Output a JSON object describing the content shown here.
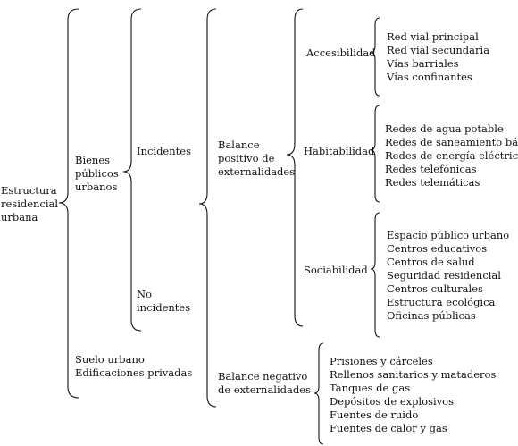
{
  "root": {
    "lines": [
      "Estructura",
      "residencial",
      "urbana"
    ]
  },
  "level1": {
    "bienes": [
      "Bienes",
      "públicos",
      "urbanos"
    ],
    "suelo": [
      "Suelo urbano",
      "Edificaciones privadas"
    ]
  },
  "level2": {
    "incidentes": [
      "Incidentes"
    ],
    "no_incidentes": [
      "No",
      "incidentes"
    ]
  },
  "level3": {
    "positivo": [
      "Balance",
      "positivo de",
      "externalidades"
    ],
    "negativo": [
      "Balance negativo",
      "de externalidades"
    ]
  },
  "level4": {
    "accesibilidad": {
      "label": "Accesibilidad",
      "items": [
        "Red vial principal",
        "Red vial secundaria",
        "Vías barriales",
        "Vías confinantes"
      ]
    },
    "habitabilidad": {
      "label": "Habitabilidad",
      "items": [
        "Redes de agua potable",
        "Redes de saneamiento básico",
        "Redes de energía eléctrica",
        "Redes telefónicas",
        "Redes telemáticas"
      ]
    },
    "sociabilidad": {
      "label": "Sociabilidad",
      "items": [
        "Espacio público urbano",
        "Centros educativos",
        "Centros de salud",
        "Seguridad residencial",
        "Centros culturales",
        "Estructura ecológica",
        "Oficinas públicas"
      ]
    }
  },
  "negativo_items": [
    "Prisiones y cárceles",
    "Rellenos sanitarios y mataderos",
    "Tanques de gas",
    "Depósitos de explosivos",
    "Fuentes de ruido",
    "Fuentes de calor y gas"
  ]
}
